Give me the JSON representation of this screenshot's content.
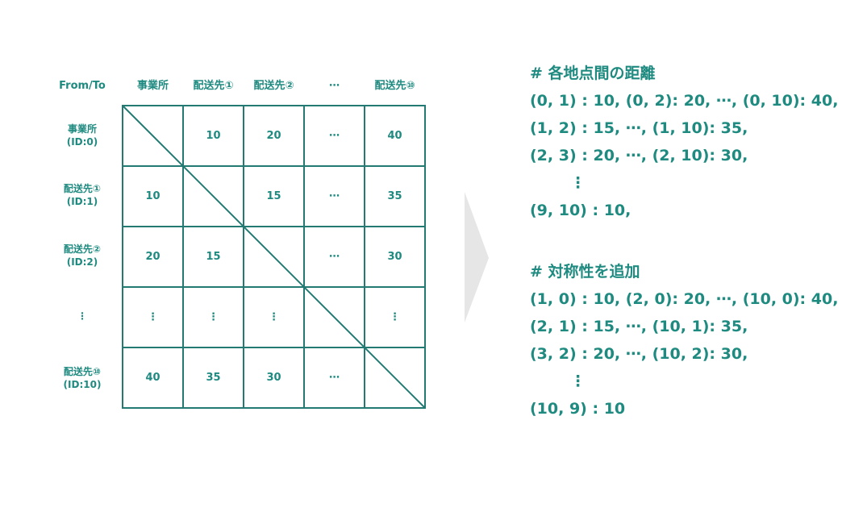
{
  "matrix": {
    "corner_label": "From/To",
    "col_headers": [
      "事業所",
      "配送先①",
      "配送先②",
      "⋯",
      "配送先⑩"
    ],
    "row_headers": [
      {
        "name": "事業所",
        "id": "(ID:0)"
      },
      {
        "name": "配送先①",
        "id": "(ID:1)"
      },
      {
        "name": "配送先②",
        "id": "(ID:2)"
      },
      {
        "name": "⋮",
        "id": ""
      },
      {
        "name": "配送先⑩",
        "id": "(ID:10)"
      }
    ],
    "cells": [
      [
        "",
        "10",
        "20",
        "⋯",
        "40"
      ],
      [
        "10",
        "",
        "15",
        "⋯",
        "35"
      ],
      [
        "20",
        "15",
        "",
        "⋯",
        "30"
      ],
      [
        "⋮",
        "⋮",
        "⋮",
        "",
        "⋮"
      ],
      [
        "40",
        "35",
        "30",
        "⋯",
        ""
      ]
    ]
  },
  "distances": {
    "heading": "# 各地点間の距離",
    "lines": [
      "(0, 1) : 10, (0, 2): 20, ⋯, (0, 10): 40,",
      "(1, 2) : 15, ⋯, (1, 10): 35,",
      "(2, 3) : 20, ⋯, (2, 10): 30,",
      "⋮",
      "(9, 10) : 10,"
    ]
  },
  "symmetry": {
    "heading": "# 対称性を追加",
    "lines": [
      "(1, 0) : 10, (2, 0): 20, ⋯, (10, 0): 40,",
      "(2, 1) : 15, ⋯, (10, 1): 35,",
      "(3, 2) : 20, ⋯, (10, 2): 30,",
      "⋮",
      "(10, 9) : 10"
    ]
  },
  "colors": {
    "teal": "#1e8a80",
    "grid_line": "#237a72",
    "arrow": "#e6e6e6"
  }
}
